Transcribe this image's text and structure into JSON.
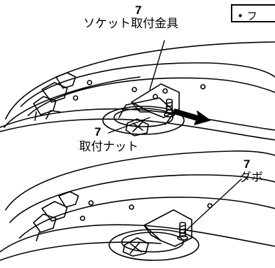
{
  "tab": {
    "label": "• フ"
  },
  "top": {
    "callout_socket": {
      "number": "7",
      "text": "ソケット取付金具"
    },
    "callout_nut": {
      "number": "7",
      "text": "取付ナット"
    }
  },
  "bottom": {
    "callout_dowel": {
      "number": "7",
      "text": "ダボ"
    }
  }
}
